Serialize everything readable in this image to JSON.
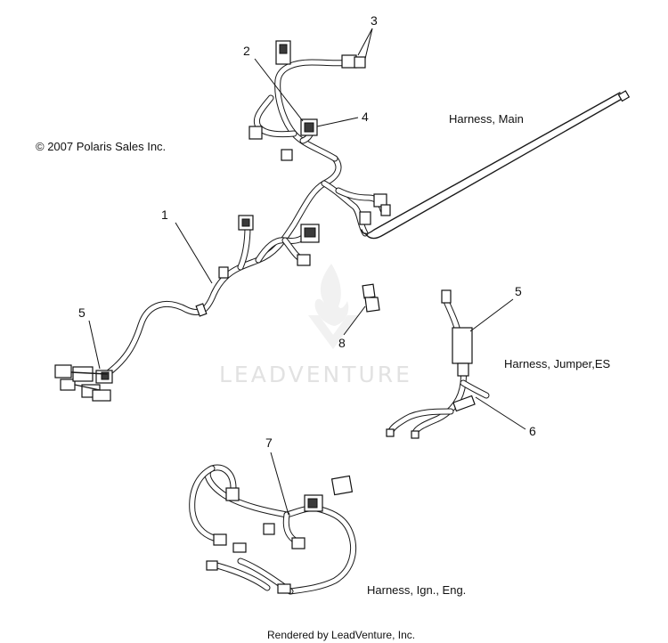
{
  "copyright": "© 2007 Polaris Sales Inc.",
  "callouts": {
    "c1": "1",
    "c2": "2",
    "c3": "3",
    "c4": "4",
    "c5a": "5",
    "c5b": "5",
    "c6": "6",
    "c7": "7",
    "c8": "8"
  },
  "group_labels": {
    "main": "Harness, Main",
    "jumper": "Harness, Jumper,ES",
    "ign": "Harness, Ign., Eng."
  },
  "watermark": {
    "text": "LEADVENTURE",
    "icon": "leadventure-flame-logo"
  },
  "footer": "Rendered by LeadVenture, Inc.",
  "colors": {
    "line": "#1a1a1a",
    "watermark": "#e2e2e2",
    "background": "#ffffff"
  }
}
